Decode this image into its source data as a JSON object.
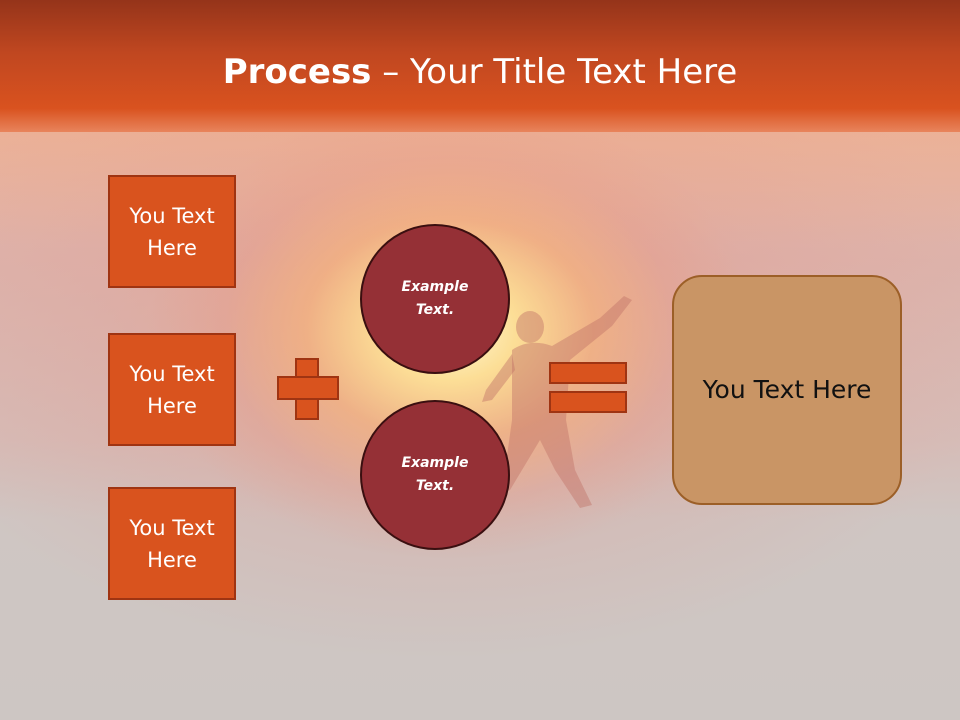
{
  "title": {
    "bold": "Process",
    "rest": " – Your Title Text Here"
  },
  "left_boxes": [
    {
      "label": "You Text Here"
    },
    {
      "label": "You Text Here"
    },
    {
      "label": "You Text Here"
    }
  ],
  "circles": [
    {
      "label": "Example Text."
    },
    {
      "label": "Example Text."
    }
  ],
  "result_box": {
    "label": "You Text Here"
  },
  "operators": [
    "plus",
    "equals"
  ],
  "colors": {
    "title_bar": "#d9521f",
    "box_fill": "#d9531e",
    "circle_fill": "#953036",
    "result_fill": "#c99565"
  }
}
